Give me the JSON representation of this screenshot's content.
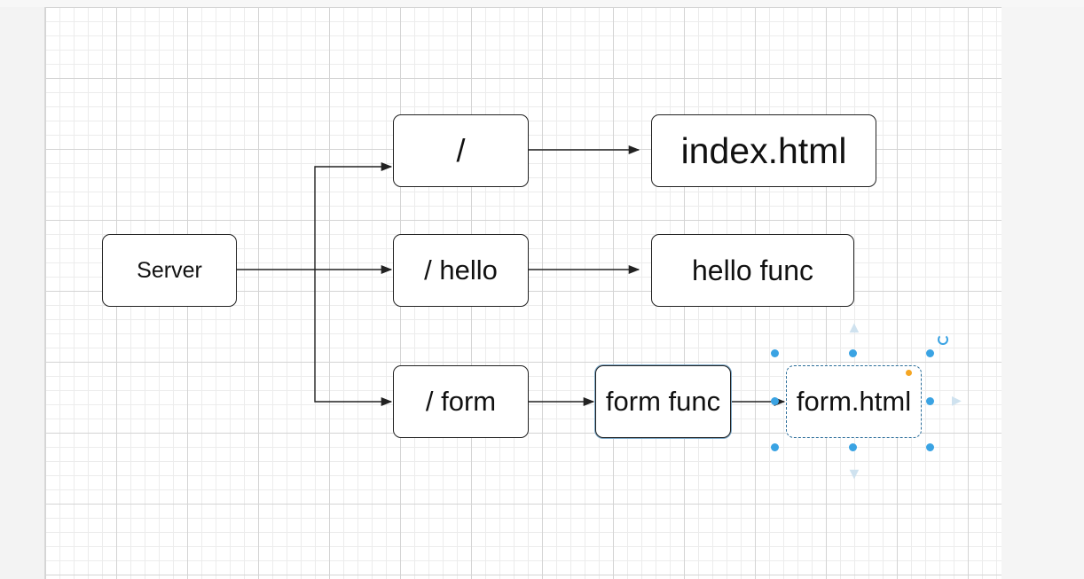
{
  "diagram": {
    "nodes": {
      "server": "Server",
      "route_root": "/",
      "route_hello": "/ hello",
      "route_form": "/ form",
      "index_html": "index.html",
      "hello_func": "hello func",
      "form_func": "form func",
      "form_html": "form.html"
    },
    "edges": [
      {
        "from": "server",
        "to": "route_root"
      },
      {
        "from": "server",
        "to": "route_hello"
      },
      {
        "from": "server",
        "to": "route_form"
      },
      {
        "from": "route_root",
        "to": "index_html"
      },
      {
        "from": "route_hello",
        "to": "hello_func"
      },
      {
        "from": "route_form",
        "to": "form_func"
      },
      {
        "from": "form_func",
        "to": "form_html"
      }
    ],
    "selected_node": "form_html"
  },
  "colors": {
    "stroke": "#222222",
    "selection": "#3aa3e3",
    "warning": "#f5a623"
  }
}
